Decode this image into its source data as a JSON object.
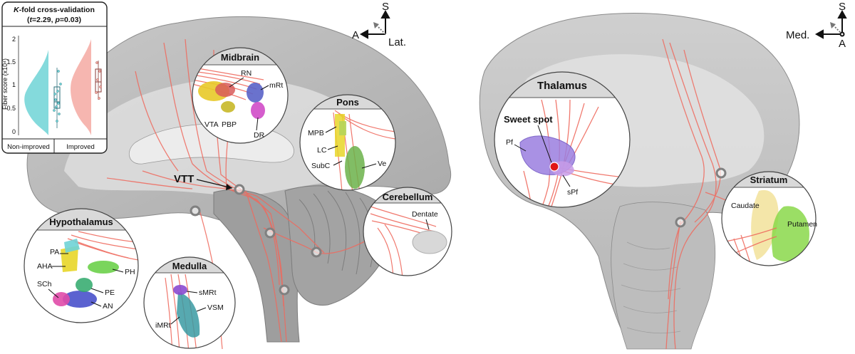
{
  "violin_panel": {
    "title_italic": "K",
    "title_rest": "-fold cross-validation",
    "stat_t": "t",
    "stat_eq1": "=2.29, ",
    "stat_p": "p",
    "stat_eq2": "=0.03)",
    "stat_open": "(",
    "ylabel": "Fiber score (x10⁴)",
    "yticks": [
      "0",
      "0.5",
      "1",
      "1.5",
      "2"
    ],
    "groups": [
      "Non-improved",
      "Improved"
    ],
    "colors": {
      "non_improved": "#6fd3d6",
      "improved": "#f4a9a2"
    }
  },
  "left_orientation": {
    "up": "S",
    "left": "A",
    "right": "Lat."
  },
  "right_orientation": {
    "up": "S",
    "left": "Med.",
    "bottom": "A"
  },
  "vtt_label": "VTT",
  "insets": {
    "midbrain": {
      "title": "Midbrain",
      "labels": [
        "RN",
        "mRt",
        "VTA",
        "PBP",
        "DR"
      ]
    },
    "pons": {
      "title": "Pons",
      "labels": [
        "MPB",
        "LC",
        "SubC",
        "Ve"
      ]
    },
    "cerebellum": {
      "title": "Cerebellum",
      "labels": [
        "Dentate"
      ]
    },
    "hypothalamus": {
      "title": "Hypothalamus",
      "labels": [
        "PA",
        "AHA",
        "PH",
        "SCh",
        "PE",
        "AN"
      ]
    },
    "medulla": {
      "title": "Medulla",
      "labels": [
        "sMRt",
        "VSM",
        "iMRt"
      ]
    },
    "thalamus": {
      "title": "Thalamus",
      "labels": [
        "Sweet spot",
        "Pf",
        "sPf"
      ]
    },
    "striatum": {
      "title": "Striatum",
      "labels": [
        "Caudate",
        "Putamen"
      ]
    }
  },
  "colors": {
    "fiber": "#ef6a5e",
    "brain_gray": "#b9b9b9",
    "sweet_spot": "#e01616",
    "inset_header": "#d9d9d9"
  }
}
